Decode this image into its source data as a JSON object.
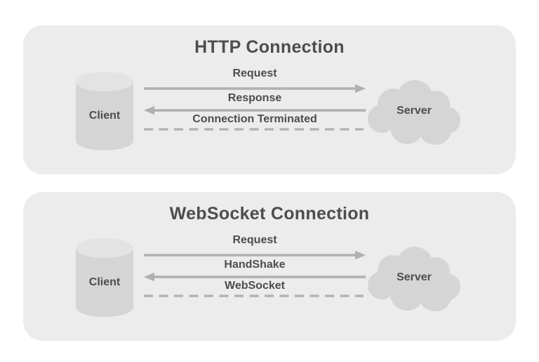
{
  "colors": {
    "page_background": "#ffffff",
    "panel_background": "#ececec",
    "shape_fill": "#d5d5d5",
    "shape_fill_light": "#e3e3e3",
    "arrow": "#b0b0b0",
    "text": "#4d4d4d"
  },
  "panels": [
    {
      "title": "HTTP Connection",
      "client_label": "Client",
      "client_icon": "database-cylinder-icon",
      "server_label": "Server",
      "server_icon": "cloud-icon",
      "messages": [
        {
          "label": "Request",
          "direction": "client-to-server",
          "line_style": "solid"
        },
        {
          "label": "Response",
          "direction": "server-to-client",
          "line_style": "solid"
        },
        {
          "label": "Connection Terminated",
          "direction": "none",
          "line_style": "dashed"
        }
      ]
    },
    {
      "title": "WebSocket Connection",
      "client_label": "Client",
      "client_icon": "database-cylinder-icon",
      "server_label": "Server",
      "server_icon": "cloud-icon",
      "messages": [
        {
          "label": "Request",
          "direction": "client-to-server",
          "line_style": "solid"
        },
        {
          "label": "HandShake",
          "direction": "server-to-client",
          "line_style": "solid"
        },
        {
          "label": "WebSocket",
          "direction": "none",
          "line_style": "dashed"
        }
      ]
    }
  ]
}
